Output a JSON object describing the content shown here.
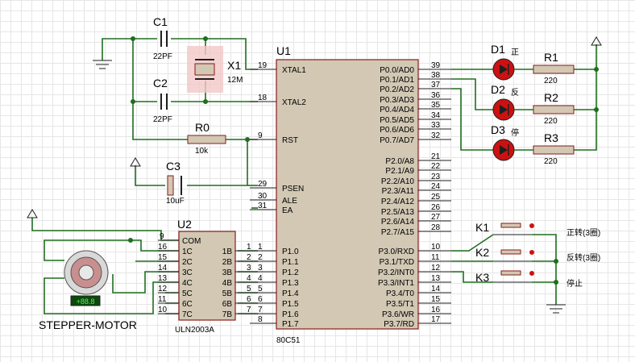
{
  "u1": {
    "ref": "U1",
    "type": "80C51",
    "left_pins": [
      {
        "num": "19",
        "name": "XTAL1"
      },
      {
        "num": "18",
        "name": "XTAL2"
      },
      {
        "num": "9",
        "name": "RST"
      },
      {
        "num": "29",
        "name": "PSEN"
      },
      {
        "num": "30",
        "name": "ALE"
      },
      {
        "num": "31",
        "name": "EA"
      },
      {
        "num": "1",
        "name": "P1.0"
      },
      {
        "num": "2",
        "name": "P1.1"
      },
      {
        "num": "3",
        "name": "P1.2"
      },
      {
        "num": "4",
        "name": "P1.3"
      },
      {
        "num": "5",
        "name": "P1.4"
      },
      {
        "num": "6",
        "name": "P1.5"
      },
      {
        "num": "7",
        "name": "P1.6"
      },
      {
        "num": "8",
        "name": "P1.7"
      }
    ],
    "right_pins": [
      {
        "num": "39",
        "name": "P0.0/AD0"
      },
      {
        "num": "38",
        "name": "P0.1/AD1"
      },
      {
        "num": "37",
        "name": "P0.2/AD2"
      },
      {
        "num": "36",
        "name": "P0.3/AD3"
      },
      {
        "num": "35",
        "name": "P0.4/AD4"
      },
      {
        "num": "34",
        "name": "P0.5/AD5"
      },
      {
        "num": "33",
        "name": "P0.6/AD6"
      },
      {
        "num": "32",
        "name": "P0.7/AD7"
      },
      {
        "num": "21",
        "name": "P2.0/A8"
      },
      {
        "num": "22",
        "name": "P2.1/A9"
      },
      {
        "num": "23",
        "name": "P2.2/A10"
      },
      {
        "num": "24",
        "name": "P2.3/A11"
      },
      {
        "num": "25",
        "name": "P2.4/A12"
      },
      {
        "num": "26",
        "name": "P2.5/A13"
      },
      {
        "num": "27",
        "name": "P2.6/A14"
      },
      {
        "num": "28",
        "name": "P2.7/A15"
      },
      {
        "num": "10",
        "name": "P3.0/RXD"
      },
      {
        "num": "11",
        "name": "P3.1/TXD"
      },
      {
        "num": "12",
        "name": "P3.2/INT0"
      },
      {
        "num": "13",
        "name": "P3.3/INT1"
      },
      {
        "num": "14",
        "name": "P3.4/T0"
      },
      {
        "num": "15",
        "name": "P3.5/T1"
      },
      {
        "num": "16",
        "name": "P3.6/WR"
      },
      {
        "num": "17",
        "name": "P3.7/RD"
      }
    ]
  },
  "u2": {
    "ref": "U2",
    "type": "ULN2003A",
    "com": {
      "num": "9",
      "name": "COM"
    },
    "inputs": [
      {
        "num": "16",
        "name": "1C"
      },
      {
        "num": "15",
        "name": "2C"
      },
      {
        "num": "14",
        "name": "3C"
      },
      {
        "num": "13",
        "name": "4C"
      },
      {
        "num": "12",
        "name": "5C"
      },
      {
        "num": "11",
        "name": "6C"
      },
      {
        "num": "10",
        "name": "7C"
      }
    ],
    "outputs": [
      {
        "num": "1",
        "name": "1B"
      },
      {
        "num": "2",
        "name": "2B"
      },
      {
        "num": "3",
        "name": "3B"
      },
      {
        "num": "4",
        "name": "4B"
      },
      {
        "num": "5",
        "name": "5B"
      },
      {
        "num": "6",
        "name": "6B"
      },
      {
        "num": "7",
        "name": "7B"
      }
    ]
  },
  "c1": {
    "ref": "C1",
    "value": "22PF"
  },
  "c2": {
    "ref": "C2",
    "value": "22PF"
  },
  "c3": {
    "ref": "C3",
    "value": "10uF"
  },
  "x1": {
    "ref": "X1",
    "value": "12M"
  },
  "r0": {
    "ref": "R0",
    "value": "10k"
  },
  "r1": {
    "ref": "R1",
    "value": "220"
  },
  "r2": {
    "ref": "R2",
    "value": "220"
  },
  "r3": {
    "ref": "R3",
    "value": "220"
  },
  "d1": {
    "ref": "D1",
    "note": "正"
  },
  "d2": {
    "ref": "D2",
    "note": "反"
  },
  "d3": {
    "ref": "D3",
    "note": "停"
  },
  "k1": {
    "ref": "K1",
    "note": "正转(3圈)"
  },
  "k2": {
    "ref": "K2",
    "note": "反转(3圈)"
  },
  "k3": {
    "ref": "K3",
    "note": "停止"
  },
  "motor": {
    "label": "STEPPER-MOTOR",
    "readout": "+88.8"
  },
  "colors": {
    "wire": "#1f6e1f",
    "body": "#d2c8b4",
    "body_border": "#8b1a1a",
    "led": "#cc1111",
    "grid": "#e6e6e6"
  }
}
